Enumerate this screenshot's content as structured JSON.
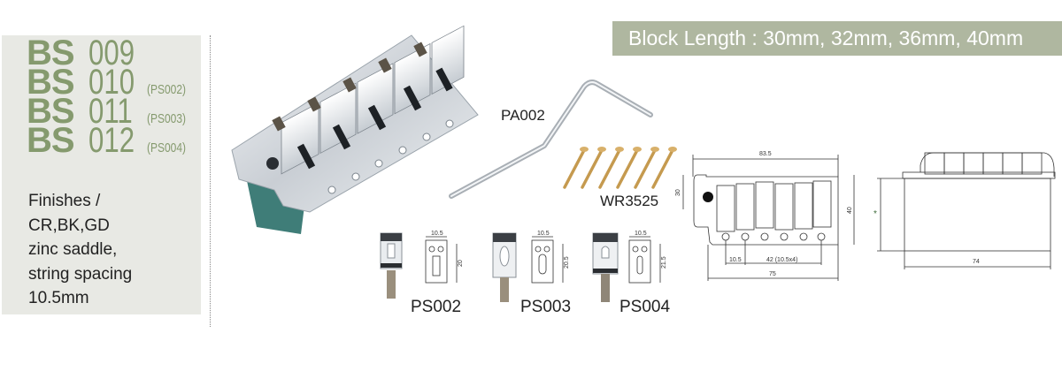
{
  "models": [
    {
      "prefix": "BS",
      "number": "009",
      "saddle": ""
    },
    {
      "prefix": "BS",
      "number": "010",
      "saddle": "(PS002)"
    },
    {
      "prefix": "BS",
      "number": "011",
      "saddle": "(PS003)"
    },
    {
      "prefix": "BS",
      "number": "012",
      "saddle": "(PS004)"
    }
  ],
  "specs": {
    "lines": [
      "Finishes /",
      "CR,BK,GD",
      "zinc saddle,",
      "string spacing",
      "10.5mm"
    ]
  },
  "banner": {
    "text": "Block Length : 30mm, 32mm, 36mm, 40mm"
  },
  "parts": {
    "arm": "PA002",
    "screws": "WR3525"
  },
  "saddles": [
    {
      "label": "PS002",
      "width_dim": "10.5",
      "height_dim": "20"
    },
    {
      "label": "PS003",
      "width_dim": "10.5",
      "height_dim": "20.5"
    },
    {
      "label": "PS004",
      "width_dim": "10.5",
      "height_dim": "21.5"
    }
  ],
  "drawing_top": {
    "overall_width": "83.5",
    "plate_height": "30",
    "total_height": "40",
    "spacing_single": "10.5",
    "spacing_span": "42 (10.5x4)",
    "hole_span": "75"
  },
  "drawing_side": {
    "block_length_mark": "*",
    "block_width": "74"
  },
  "colors": {
    "accent_green": "#859a6e",
    "banner_bg": "#afb7a0",
    "panel_bg": "#e8e9e4"
  }
}
